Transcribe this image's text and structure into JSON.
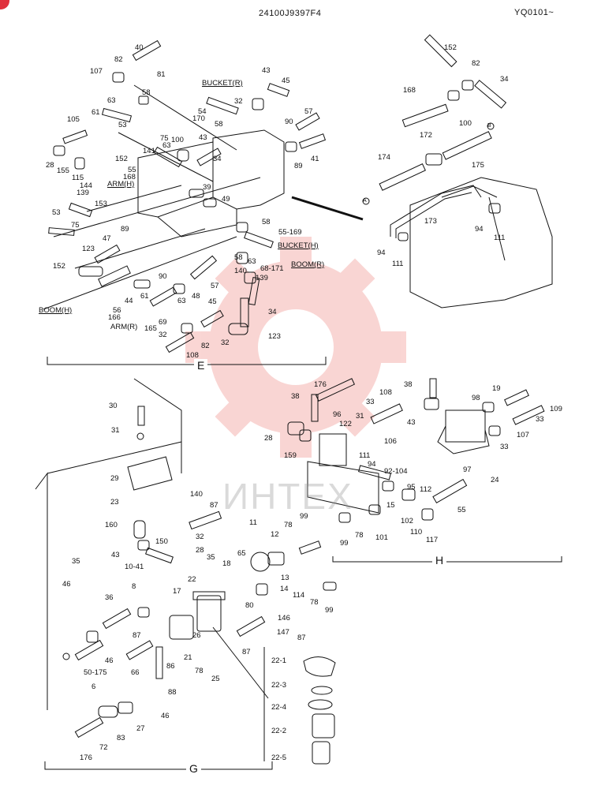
{
  "header": {
    "part_number": "24100J9397F4",
    "serial_range": "YQ0101~"
  },
  "watermark": {
    "text": "ИНТЕХ",
    "color": "#e8453c"
  },
  "accent_color": "#e0303c",
  "sections": {
    "e": "E",
    "g": "G",
    "h": "H"
  },
  "labels": {
    "bucket_r": "BUCKET(R)",
    "bucket_h": "BUCKET(H)",
    "boom_r": "BOOM(R)",
    "boom_h": "BOOM(H)",
    "arm_h": "ARM(H)",
    "arm_r": "ARM(R)",
    "l40": "40",
    "l107": "107",
    "l82a": "82",
    "l81": "81",
    "l58a": "58",
    "l63a": "63",
    "l61a": "61",
    "l53a": "53",
    "l105": "105",
    "l75a": "75",
    "l28a": "28",
    "l155": "155",
    "l115": "115",
    "l144": "144",
    "l139a": "139",
    "l53b": "53",
    "l153": "153",
    "l75b": "75",
    "l89a": "89",
    "l47": "47",
    "l123a": "123",
    "l152a": "152",
    "l152b": "152",
    "l141": "141",
    "l55a": "55",
    "l168a": "168",
    "l63b": "63",
    "l100a": "100",
    "l43a": "43",
    "l39": "39",
    "l49": "49",
    "l34a": "34",
    "l43b": "43",
    "l45a": "45",
    "l32a": "32",
    "l54": "54",
    "l170": "170",
    "l58b": "58",
    "l57a": "57",
    "l90a": "90",
    "l89b": "89",
    "l41": "41",
    "l58c": "58",
    "l55_169": "55-169",
    "l58d": "58",
    "l63c": "63",
    "l68_171": "68-171",
    "l140a": "140",
    "l139b": "139",
    "l90b": "90",
    "l61b": "61",
    "l48": "48",
    "l57b": "57",
    "l44": "44",
    "l56": "56",
    "l166a": "166",
    "l63d": "63",
    "l69": "69",
    "l165": "165",
    "l32b": "32",
    "l45b": "45",
    "l34b": "34",
    "l82b": "82",
    "l32c": "32",
    "l123b": "123",
    "l108a": "108",
    "l152c": "152",
    "l82c": "82",
    "l34c": "34",
    "l168b": "168",
    "l100b": "100",
    "l172": "172",
    "l174": "174",
    "l175": "175",
    "l173": "173",
    "l94a": "94",
    "l111a": "111",
    "l94b": "94",
    "l111b": "111",
    "l30": "30",
    "l31a": "31",
    "l29": "29",
    "l140b": "140",
    "l87a": "87",
    "l23": "23",
    "l32d": "32",
    "l160": "160",
    "l150": "150",
    "l43c": "43",
    "l10_41": "10-41",
    "l28b": "28",
    "l35a": "35",
    "l35b": "35",
    "l46a": "46",
    "l36": "36",
    "l8": "8",
    "l87b": "87",
    "l17": "17",
    "l22": "22",
    "l26": "26",
    "l21": "21",
    "l86": "86",
    "l46b": "46",
    "l50_175": "50-175",
    "l66": "66",
    "l78a": "78",
    "l25": "25",
    "l88": "88",
    "l46c": "46",
    "l6": "6",
    "l176a": "176",
    "l72": "72",
    "l83": "83",
    "l27": "27",
    "l11": "11",
    "l12": "12",
    "l78b": "78",
    "l99a": "99",
    "l65": "65",
    "l18": "18",
    "l13": "13",
    "l14": "14",
    "l80": "80",
    "l146": "146",
    "l147": "147",
    "l87c": "87",
    "l87d": "87",
    "l114": "114",
    "l78c": "78",
    "l99b": "99",
    "l22_1": "22-1",
    "l22_3": "22-3",
    "l22_4": "22-4",
    "l22_2": "22-2",
    "l22_5": "22-5",
    "l38a": "38",
    "l176b": "176",
    "l108b": "108",
    "l96": "96",
    "l33a": "33",
    "l31b": "31",
    "l122": "122",
    "l28c": "28",
    "l159": "159",
    "l106": "106",
    "l111c": "111",
    "l94c": "94",
    "l92_104": "92-104",
    "l15": "15",
    "l95": "95",
    "l112": "112",
    "l102": "102",
    "l99c": "99",
    "l78d": "78",
    "l101": "101",
    "l110": "110",
    "l117": "117",
    "l55b": "55",
    "l38b": "38",
    "l43d": "43",
    "l98": "98",
    "l19": "19",
    "l109": "109",
    "l33b": "33",
    "l107b": "107",
    "l33c": "33",
    "l97": "97",
    "l24": "24",
    "circle_a": "A",
    "circle_b": "B"
  }
}
